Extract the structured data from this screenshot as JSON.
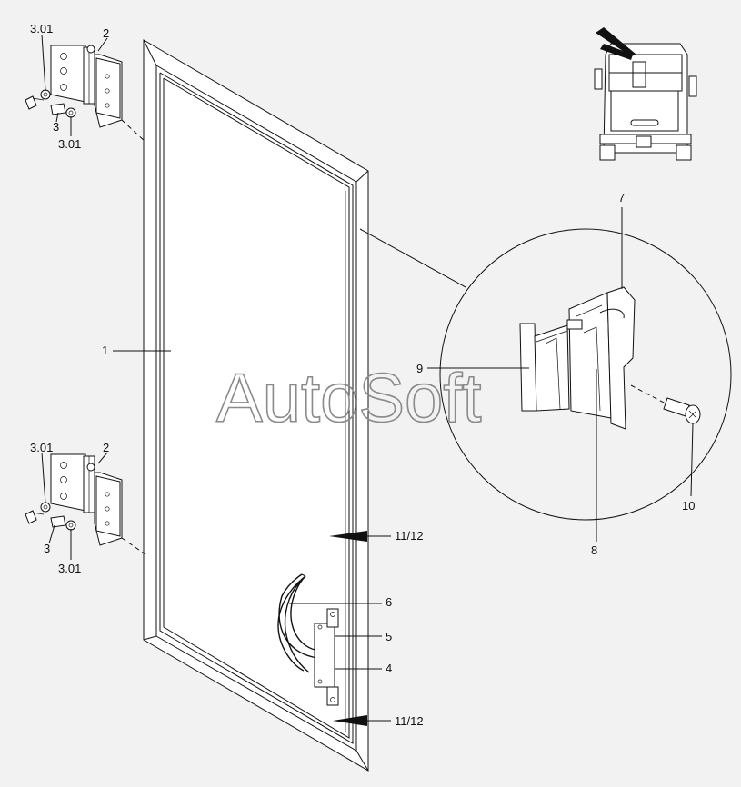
{
  "watermark": "AutoSoft",
  "callouts": {
    "hinge_top_washer": "3.01",
    "hinge_top_bracket": "2",
    "hinge_top_screw": "3",
    "hinge_top_washer_b": "3.01",
    "door": "1",
    "hinge_bot_washer": "3.01",
    "hinge_bot_bracket": "2",
    "hinge_bot_screw": "3",
    "hinge_bot_washer_b": "3.01",
    "seal_upper": "11/12",
    "seal_lower": "11/12",
    "handle": "6",
    "latch_screw": "5",
    "latch": "4",
    "profile_top": "7",
    "profile_inner": "9",
    "profile_outer": "8",
    "screw": "10"
  }
}
